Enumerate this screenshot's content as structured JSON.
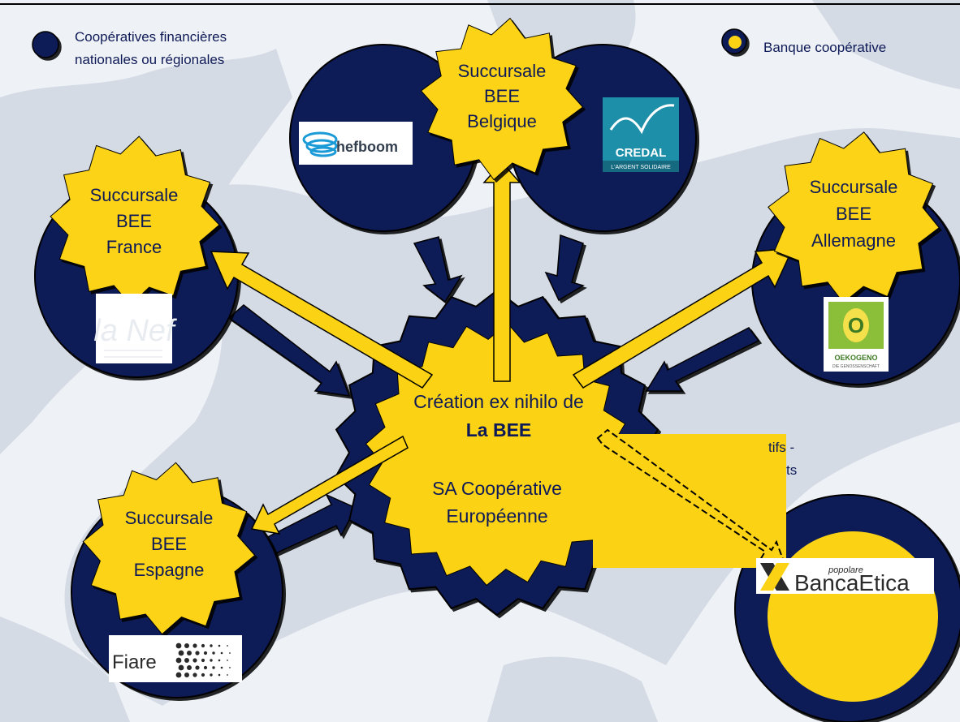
{
  "colors": {
    "navy": "#0e1a57",
    "gold": "#fcd314",
    "map_land": "#d5dbe5",
    "map_sea": "#eef1f5",
    "credal_teal": "#1e8fa8",
    "oekogeno_green": "#8bbf3a"
  },
  "legend": {
    "cooperatives_label_line1": "Coopératives financières",
    "cooperatives_label_line2": "nationales ou régionales",
    "bank_label": "Banque coopérative"
  },
  "center": {
    "line1": "Création ex nihilo de",
    "line2": "La BEE",
    "line3": "SA Coopérative",
    "line4": "Européenne"
  },
  "branches": {
    "belgique": {
      "line1": "Succursale",
      "line2": "BEE",
      "line3": "Belgique"
    },
    "france": {
      "line1": "Succursale",
      "line2": "BEE",
      "line3": "France"
    },
    "allemagne": {
      "line1": "Succursale",
      "line2": "BEE",
      "line3": "Allemagne"
    },
    "espagne": {
      "line1": "Succursale",
      "line2": "BEE",
      "line3": "Espagne"
    }
  },
  "partial_labels": {
    "line1": "tifs -",
    "line2": "ts"
  },
  "logos": {
    "hefboom": "hefboom",
    "credal": "CREDAL",
    "credal_tagline": "L'ARGENT SOLIDAIRE",
    "lanef": "la Nef",
    "oekogeno": "OEKOGENO",
    "oekogeno_tagline": "DIE GENOSSENSCHAFT",
    "oekogeno_letter": "O",
    "fiare": "Fiare",
    "bancaetica_small": "popolare",
    "bancaetica_main": "BancaEtica"
  }
}
